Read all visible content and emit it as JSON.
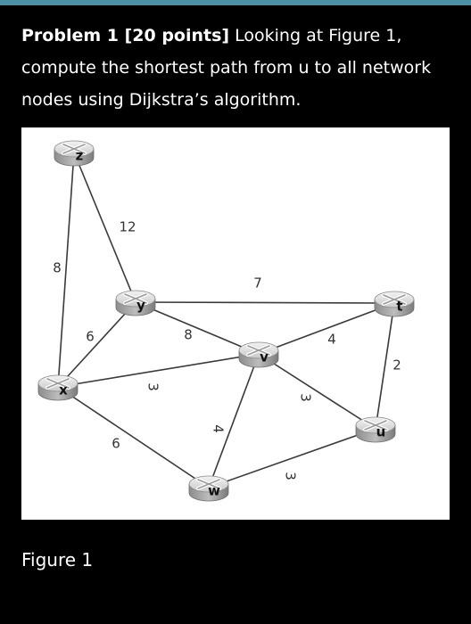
{
  "problem": {
    "heading": "Problem 1 [20 points]",
    "body": " Looking at Figure 1, compute the shortest path from u to all network nodes using Dijkstra’s algorithm."
  },
  "figure": {
    "caption": "Figure 1",
    "nodes": [
      {
        "id": "z",
        "label": "z"
      },
      {
        "id": "y",
        "label": "y"
      },
      {
        "id": "x",
        "label": "x"
      },
      {
        "id": "v",
        "label": "v"
      },
      {
        "id": "t",
        "label": "t"
      },
      {
        "id": "u",
        "label": "u"
      },
      {
        "id": "w",
        "label": "w"
      }
    ],
    "edges": [
      {
        "from": "z",
        "to": "y",
        "weight": "12"
      },
      {
        "from": "z",
        "to": "x",
        "weight": "8"
      },
      {
        "from": "y",
        "to": "t",
        "weight": "7"
      },
      {
        "from": "y",
        "to": "x",
        "weight": "6"
      },
      {
        "from": "y",
        "to": "v",
        "weight": "8"
      },
      {
        "from": "x",
        "to": "v",
        "weight": "3"
      },
      {
        "from": "x",
        "to": "w",
        "weight": "6"
      },
      {
        "from": "v",
        "to": "t",
        "weight": "4"
      },
      {
        "from": "v",
        "to": "u",
        "weight": "3"
      },
      {
        "from": "v",
        "to": "w",
        "weight": "4"
      },
      {
        "from": "t",
        "to": "u",
        "weight": "2"
      },
      {
        "from": "u",
        "to": "w",
        "weight": "3"
      }
    ]
  }
}
